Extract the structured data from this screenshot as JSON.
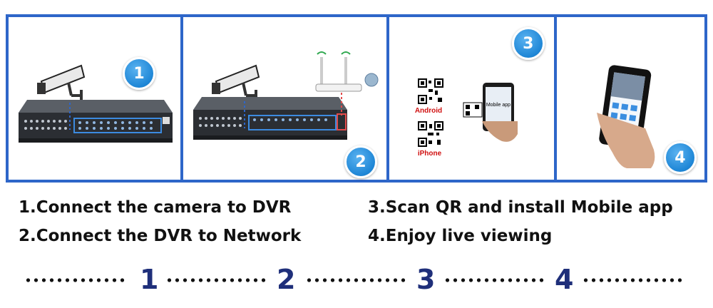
{
  "badges": [
    "1",
    "2",
    "3",
    "4"
  ],
  "qr_labels": {
    "android": "Android",
    "iphone": "iPhone"
  },
  "phone_screen_text": "Mobile app",
  "steps": [
    "1.Connect the camera to DVR",
    "2.Connect the DVR to Network",
    "3.Scan QR and install Mobile app",
    "4.Enjoy live viewing"
  ],
  "progress_numbers": [
    "1",
    "2",
    "3",
    "4"
  ],
  "colors": {
    "frame": "#2e66c9",
    "badge": "#1e86d6",
    "progress_number": "#1f2f7a",
    "qr_label": "#d01010"
  }
}
